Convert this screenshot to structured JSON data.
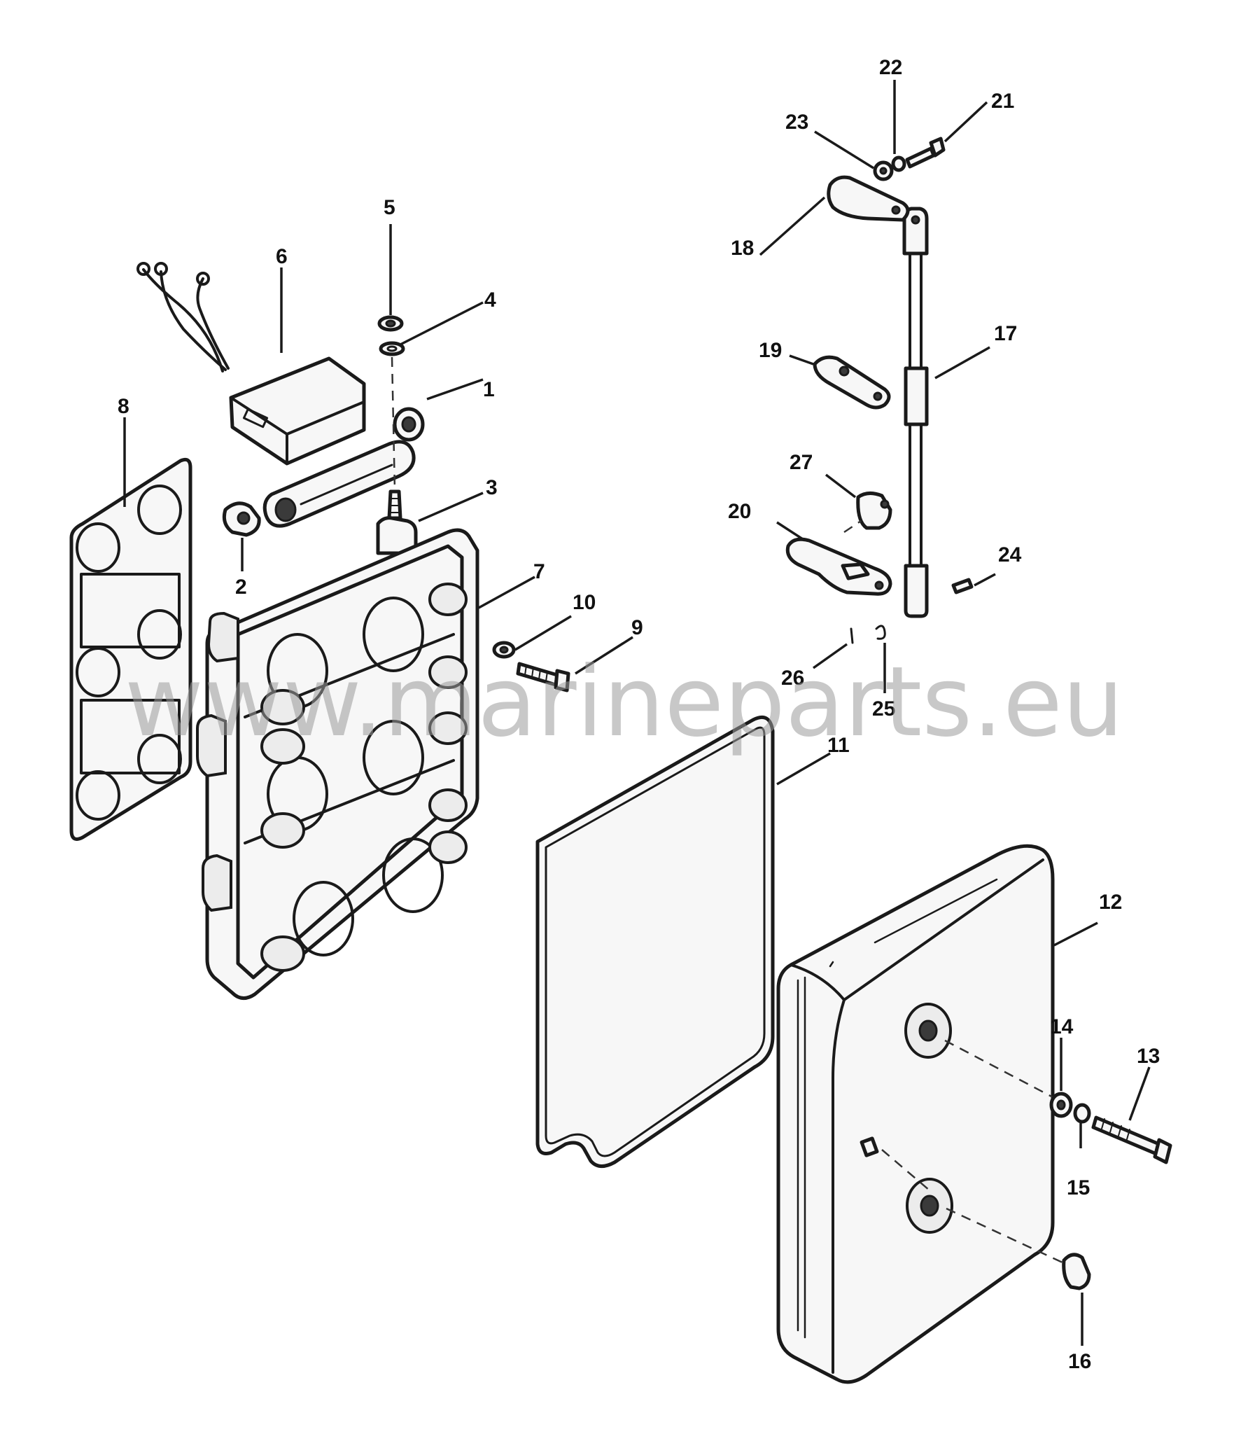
{
  "watermark": "www.marineparts.eu",
  "callouts": {
    "c1": "1",
    "c2": "2",
    "c3": "3",
    "c4": "4",
    "c5": "5",
    "c6": "6",
    "c7": "7",
    "c8": "8",
    "c9": "9",
    "c10": "10",
    "c11": "11",
    "c12": "12",
    "c13": "13",
    "c14": "14",
    "c15": "15",
    "c16": "16",
    "c17": "17",
    "c18": "18",
    "c19": "19",
    "c20": "20",
    "c21": "21",
    "c22": "22",
    "c23": "23",
    "c24": "24",
    "c25": "25",
    "c26": "26",
    "c27": "27"
  }
}
